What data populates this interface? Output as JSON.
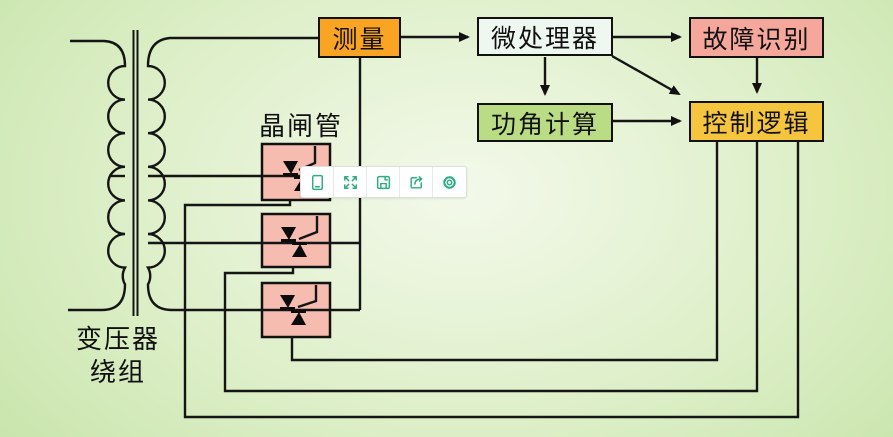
{
  "colors": {
    "bg-center": "#f3f9ea",
    "bg-mid": "#ddefc8",
    "bg-edge": "#c7e4a9",
    "wire": "#151515",
    "measure-fill": "#f9a423",
    "micro-fill": "#eff7f1",
    "fault-fill": "#f4a79a",
    "angle-fill": "#b9dc85",
    "control-fill": "#f6c53e",
    "thyristor-fill": "#f7bcb0",
    "tool-icon": "#2fae85"
  },
  "diagram": {
    "boxes": {
      "measure": {
        "label": "测量"
      },
      "microprocessor": {
        "label": "微处理器"
      },
      "fault": {
        "label": "故障识别"
      },
      "angle": {
        "label": "功角计算"
      },
      "control": {
        "label": "控制逻辑"
      }
    },
    "labels": {
      "thyristor": "晶闸管",
      "transformer_line1": "变压器",
      "transformer_line2": "绕组"
    }
  },
  "toolbar": {
    "icons": [
      {
        "name": "mobile-preview-icon"
      },
      {
        "name": "fullscreen-icon"
      },
      {
        "name": "save-icon"
      },
      {
        "name": "export-icon"
      },
      {
        "name": "settings-icon"
      }
    ]
  }
}
